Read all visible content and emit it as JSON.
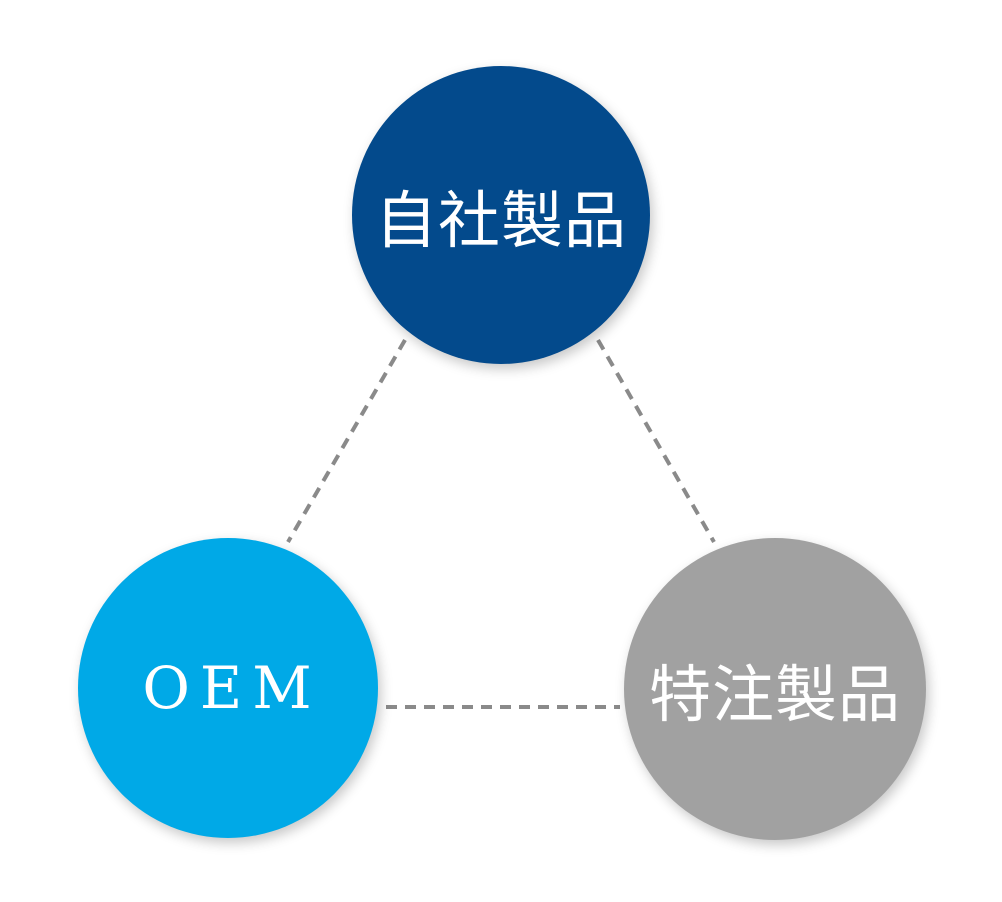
{
  "nodes": {
    "top": {
      "label": "自社製品",
      "color": "#034a8c"
    },
    "left": {
      "label": "OEM",
      "color": "#00a9e7"
    },
    "right": {
      "label": "特注製品",
      "color": "#a1a1a1"
    }
  },
  "connector_style": {
    "color": "#8a8a8a",
    "pattern": "dashed"
  }
}
